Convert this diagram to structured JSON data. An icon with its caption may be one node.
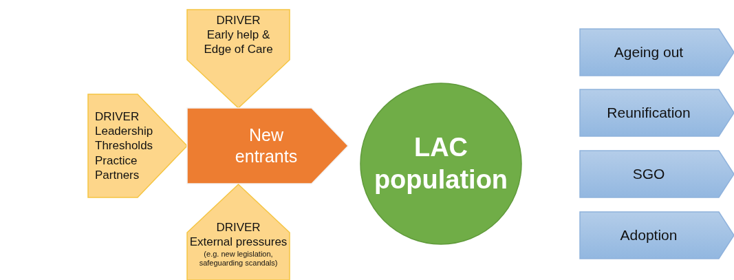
{
  "diagram": {
    "nodes": [
      {
        "text": [
          "DRIVER",
          "Early help & Edge of Care"
        ]
      },
      {
        "text": [
          "DRIVER",
          "Leadership",
          "Thresholds",
          "Practice",
          "Partners"
        ]
      },
      {
        "text": [
          "New entrants"
        ]
      },
      {
        "text": [
          "DRIVER",
          "External pressures",
          "(e.g. new legislation, safeguarding scandals)"
        ]
      },
      {
        "text": [
          "LAC population"
        ]
      },
      {
        "text": [
          "Ageing out"
        ]
      },
      {
        "text": [
          "Reunification"
        ]
      },
      {
        "text": [
          "SGO"
        ]
      },
      {
        "text": [
          "Adoption"
        ]
      }
    ]
  }
}
